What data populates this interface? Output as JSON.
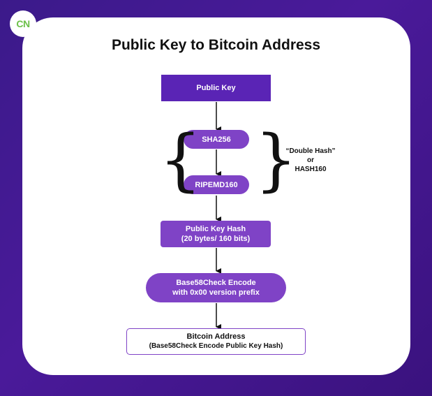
{
  "logo": {
    "text": "CN"
  },
  "title": "Public Key to Bitcoin Address",
  "steps": {
    "public_key": "Public Key",
    "sha256": "SHA256",
    "ripemd160": "RIPEMD160",
    "pkh_line1": "Public Key Hash",
    "pkh_line2": "(20 bytes/ 160 bits)",
    "b58_line1": "Base58Check Encode",
    "b58_line2": "with 0x00 version prefix",
    "addr_line1": "Bitcoin Address",
    "addr_line2": "(Base58Check Encode Public Key Hash)"
  },
  "side_label": {
    "line1": "“Double Hash”",
    "line2": "or",
    "line3": "HASH160"
  },
  "colors": {
    "background": "#3b1a8a",
    "card": "#ffffff",
    "box_dark": "#5a24b5",
    "box_light": "#7f43c6",
    "logo_text": "#6cc04a"
  }
}
